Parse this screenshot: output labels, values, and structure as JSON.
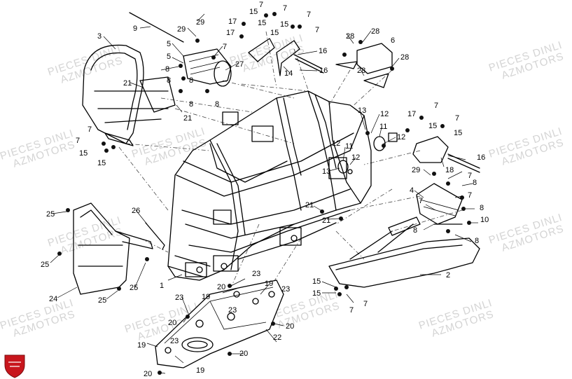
{
  "watermark": {
    "line1": "PIECES DINLI",
    "line2": "AZMOTORS"
  },
  "logo": {
    "color": "#c8161d",
    "icon": "azmotors-shield-icon"
  },
  "callouts": [
    {
      "id": "c1",
      "text": "1"
    },
    {
      "id": "c2",
      "text": "2"
    },
    {
      "id": "c3",
      "text": "3"
    },
    {
      "id": "c4",
      "text": "4"
    },
    {
      "id": "c5a",
      "text": "5"
    },
    {
      "id": "c5b",
      "text": "5"
    },
    {
      "id": "c6",
      "text": "6"
    },
    {
      "id": "c7a",
      "text": "7"
    },
    {
      "id": "c7b",
      "text": "7"
    },
    {
      "id": "c7c",
      "text": "7"
    },
    {
      "id": "c7d",
      "text": "7"
    },
    {
      "id": "c7e",
      "text": "7"
    },
    {
      "id": "c7f",
      "text": "7"
    },
    {
      "id": "c7g",
      "text": "7"
    },
    {
      "id": "c7h",
      "text": "7"
    },
    {
      "id": "c7i",
      "text": "7"
    },
    {
      "id": "c7j",
      "text": "7"
    },
    {
      "id": "c7k",
      "text": "7"
    },
    {
      "id": "c7l",
      "text": "7"
    },
    {
      "id": "c7m",
      "text": "7"
    },
    {
      "id": "c7n",
      "text": "7"
    },
    {
      "id": "c8a",
      "text": "8"
    },
    {
      "id": "c8b",
      "text": "8"
    },
    {
      "id": "c8c",
      "text": "8"
    },
    {
      "id": "c8d",
      "text": "8"
    },
    {
      "id": "c8e",
      "text": "8"
    },
    {
      "id": "c8f",
      "text": "8"
    },
    {
      "id": "c8g",
      "text": "8"
    },
    {
      "id": "c8h",
      "text": "8"
    },
    {
      "id": "c8i",
      "text": "8"
    },
    {
      "id": "c9",
      "text": "9"
    },
    {
      "id": "c10",
      "text": "10"
    },
    {
      "id": "c11a",
      "text": "11"
    },
    {
      "id": "c11b",
      "text": "11"
    },
    {
      "id": "c12a",
      "text": "12"
    },
    {
      "id": "c12b",
      "text": "12"
    },
    {
      "id": "c12c",
      "text": "12"
    },
    {
      "id": "c12d",
      "text": "12"
    },
    {
      "id": "c13a",
      "text": "13"
    },
    {
      "id": "c13b",
      "text": "13"
    },
    {
      "id": "c14",
      "text": "14"
    },
    {
      "id": "c15a",
      "text": "15"
    },
    {
      "id": "c15b",
      "text": "15"
    },
    {
      "id": "c15c",
      "text": "15"
    },
    {
      "id": "c15d",
      "text": "15"
    },
    {
      "id": "c15e",
      "text": "15"
    },
    {
      "id": "c15f",
      "text": "15"
    },
    {
      "id": "c15g",
      "text": "15"
    },
    {
      "id": "c15h",
      "text": "15"
    },
    {
      "id": "c15i",
      "text": "15"
    },
    {
      "id": "c15j",
      "text": "15"
    },
    {
      "id": "c16a",
      "text": "16"
    },
    {
      "id": "c16b",
      "text": "16"
    },
    {
      "id": "c16c",
      "text": "16"
    },
    {
      "id": "c17a",
      "text": "17"
    },
    {
      "id": "c17b",
      "text": "17"
    },
    {
      "id": "c17c",
      "text": "17"
    },
    {
      "id": "c18",
      "text": "18"
    },
    {
      "id": "c19a",
      "text": "19"
    },
    {
      "id": "c19b",
      "text": "19"
    },
    {
      "id": "c19c",
      "text": "19"
    },
    {
      "id": "c19d",
      "text": "19"
    },
    {
      "id": "c20a",
      "text": "20"
    },
    {
      "id": "c20b",
      "text": "20"
    },
    {
      "id": "c20c",
      "text": "20"
    },
    {
      "id": "c20d",
      "text": "20"
    },
    {
      "id": "c20e",
      "text": "20"
    },
    {
      "id": "c21a",
      "text": "21"
    },
    {
      "id": "c21b",
      "text": "21"
    },
    {
      "id": "c21c",
      "text": "21"
    },
    {
      "id": "c21d",
      "text": "21"
    },
    {
      "id": "c23a",
      "text": "23"
    },
    {
      "id": "c23b",
      "text": "23"
    },
    {
      "id": "c23c",
      "text": "23"
    },
    {
      "id": "c23d",
      "text": "23"
    },
    {
      "id": "c23e",
      "text": "23"
    },
    {
      "id": "c22",
      "text": "22"
    },
    {
      "id": "c24",
      "text": "24"
    },
    {
      "id": "c25a",
      "text": "25"
    },
    {
      "id": "c25b",
      "text": "25"
    },
    {
      "id": "c25c",
      "text": "25"
    },
    {
      "id": "c25d",
      "text": "25"
    },
    {
      "id": "c26",
      "text": "26"
    },
    {
      "id": "c27",
      "text": "27"
    },
    {
      "id": "c28a",
      "text": "28"
    },
    {
      "id": "c28b",
      "text": "28"
    },
    {
      "id": "c28c",
      "text": "28"
    },
    {
      "id": "c28d",
      "text": "28"
    },
    {
      "id": "c29a",
      "text": "29"
    },
    {
      "id": "c29b",
      "text": "29"
    },
    {
      "id": "c29c",
      "text": "29"
    }
  ]
}
